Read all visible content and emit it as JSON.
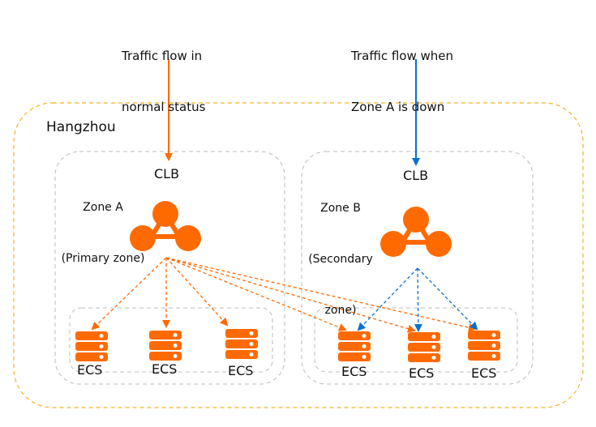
{
  "colors": {
    "orange": "#ff6a00",
    "blue": "#0a6fd1",
    "region_border": "#f5b12a",
    "zone_border": "#bbbbbb"
  },
  "flows": {
    "normal_label_line1": "Traffic flow in",
    "normal_label_line2": "normal status",
    "failover_label_line1": "Traffic flow when",
    "failover_label_line2": "Zone A is down"
  },
  "region": {
    "name": "Hangzhou"
  },
  "zones": [
    {
      "name": "Zone A",
      "role_line1": "(Primary zone)",
      "role_line2": "",
      "clb_label": "CLB",
      "servers": [
        "ECS",
        "ECS",
        "ECS"
      ]
    },
    {
      "name": "Zone B",
      "role_line1": "(Secondary",
      "role_line2": "zone)",
      "clb_label": "CLB",
      "servers": [
        "ECS",
        "ECS",
        "ECS"
      ]
    }
  ],
  "icons": {
    "clb": "load-balancer-icon",
    "ecs": "server-icon"
  }
}
